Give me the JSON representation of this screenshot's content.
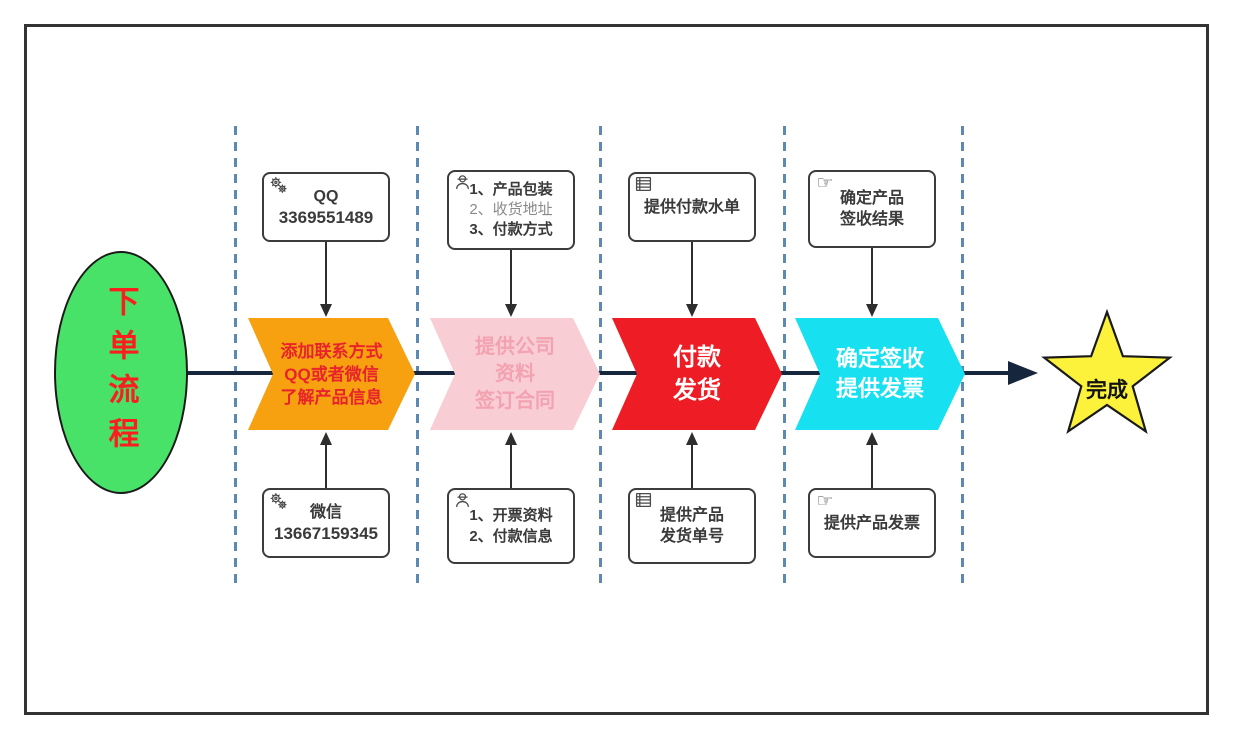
{
  "start": {
    "label": "下单流程"
  },
  "finish": {
    "label": "完成"
  },
  "stages": [
    {
      "line1": "添加联系方式",
      "line2": "QQ或者微信",
      "line3": "了解产品信息"
    },
    {
      "line1": "提供公司",
      "line2": "资料",
      "line3": "签订合同"
    },
    {
      "line1": "付款",
      "line2": "发货"
    },
    {
      "line1": "确定签收",
      "line2": "提供发票"
    }
  ],
  "top_notes": [
    {
      "icon": "gears-icon",
      "line1": "QQ",
      "line2": "3369551489"
    },
    {
      "icon": "worker-icon",
      "line1": "1、产品包装",
      "line2": "2、收货地址",
      "line3": "3、付款方式"
    },
    {
      "icon": "table-icon",
      "line1": "提供付款水单"
    },
    {
      "icon": "hand-icon",
      "line1": "确定产品",
      "line2": "签收结果"
    }
  ],
  "bottom_notes": [
    {
      "icon": "gears-icon",
      "line1": "微信",
      "line2": "13667159345"
    },
    {
      "icon": "worker-icon",
      "line1": "1、开票资料",
      "line2": "2、付款信息"
    },
    {
      "icon": "table-icon",
      "line1": "提供产品",
      "line2": "发货单号"
    },
    {
      "icon": "hand-icon",
      "line1": "提供产品发票"
    }
  ],
  "icons": {
    "hand_glyph": "☞"
  },
  "colors": {
    "stage1_bg": "#F7A111",
    "stage1_text": "#E8232B",
    "stage2_bg": "#F9CDD4",
    "stage2_text": "#F2A2B1",
    "stage3_bg": "#EE1C25",
    "stage3_text": "#FFFFFF",
    "stage4_bg": "#17E1F0",
    "stage4_text": "#FFFFFF",
    "start_bg": "#48E269",
    "start_text": "#FB1E1E",
    "star_bg": "#FCF23C",
    "flow_line": "#16263C",
    "lane_divider": "#5C88B2",
    "box_border": "#3C3C3C"
  }
}
